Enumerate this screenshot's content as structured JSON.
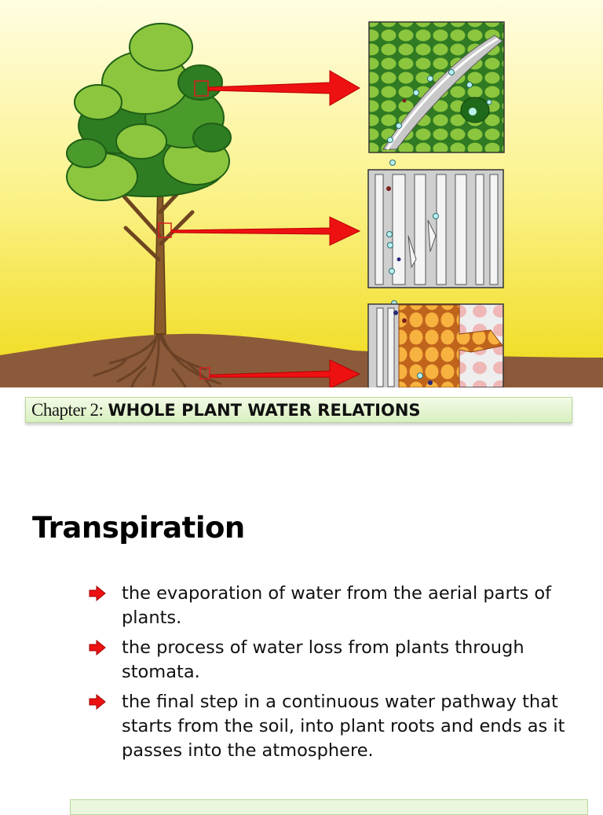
{
  "header": {
    "chapter_prefix": "Chapter 2:",
    "chapter_title": "WHOLE PLANT WATER RELATIONS"
  },
  "main": {
    "title": "Transpiration",
    "bullets": [
      {
        "text": "the evaporation of water from the aerial parts of plants."
      },
      {
        "text": "the process of water loss from plants through stomata."
      },
      {
        "text": "the final step in a continuous water pathway that starts from the soil, into plant roots and ends as it passes into the atmosphere."
      }
    ],
    "bullet_icon": "red-arrow-icon"
  },
  "colors": {
    "sky_top": "#fffde0",
    "sky_bottom": "#f2de1a",
    "soil": "#8b5a3a",
    "arrow": "#ee1111",
    "header_bar": "#e3f4d0"
  }
}
